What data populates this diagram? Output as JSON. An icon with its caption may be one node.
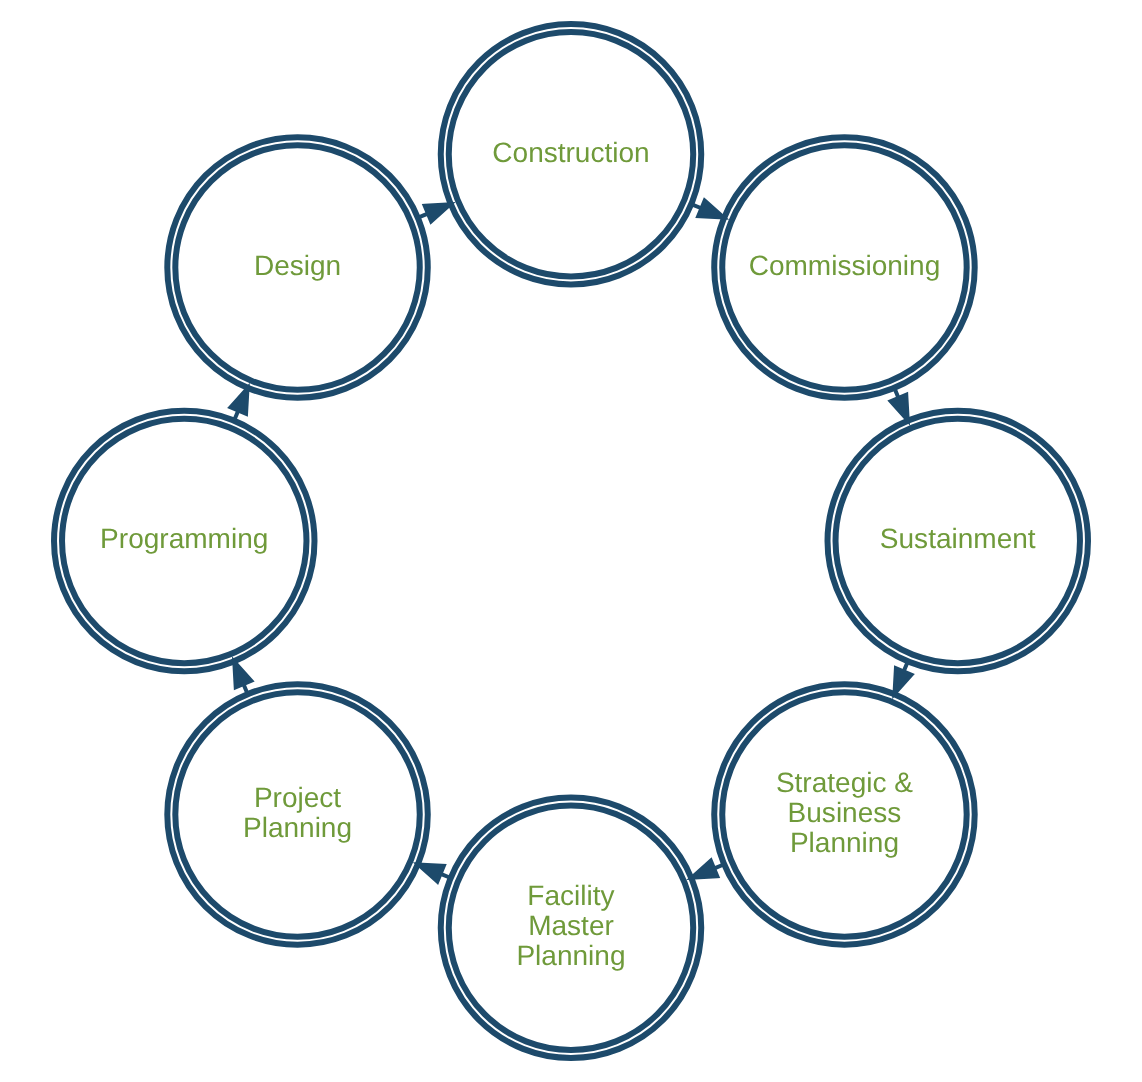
{
  "diagram": {
    "nodes": [
      {
        "text": [
          "Strategic & Business Planning"
        ]
      },
      {
        "text": [
          "Facility Master Planning"
        ]
      },
      {
        "text": [
          "Project Planning"
        ]
      },
      {
        "text": [
          "Programming"
        ]
      },
      {
        "text": [
          "Design"
        ]
      },
      {
        "text": [
          "Construction"
        ]
      },
      {
        "text": [
          "Commissioning"
        ]
      },
      {
        "text": [
          "Sustainment"
        ]
      }
    ],
    "edges": [
      {
        "from": 0,
        "to": 1,
        "arrow": "to"
      },
      {
        "from": 1,
        "to": 2,
        "arrow": "to"
      },
      {
        "from": 2,
        "to": 3,
        "arrow": "to"
      },
      {
        "from": 3,
        "to": 4,
        "arrow": "to"
      },
      {
        "from": 4,
        "to": 5,
        "arrow": "to"
      },
      {
        "from": 5,
        "to": 6,
        "arrow": "to"
      },
      {
        "from": 6,
        "to": 7,
        "arrow": "to"
      },
      {
        "from": 7,
        "to": 0,
        "arrow": "to"
      }
    ]
  }
}
